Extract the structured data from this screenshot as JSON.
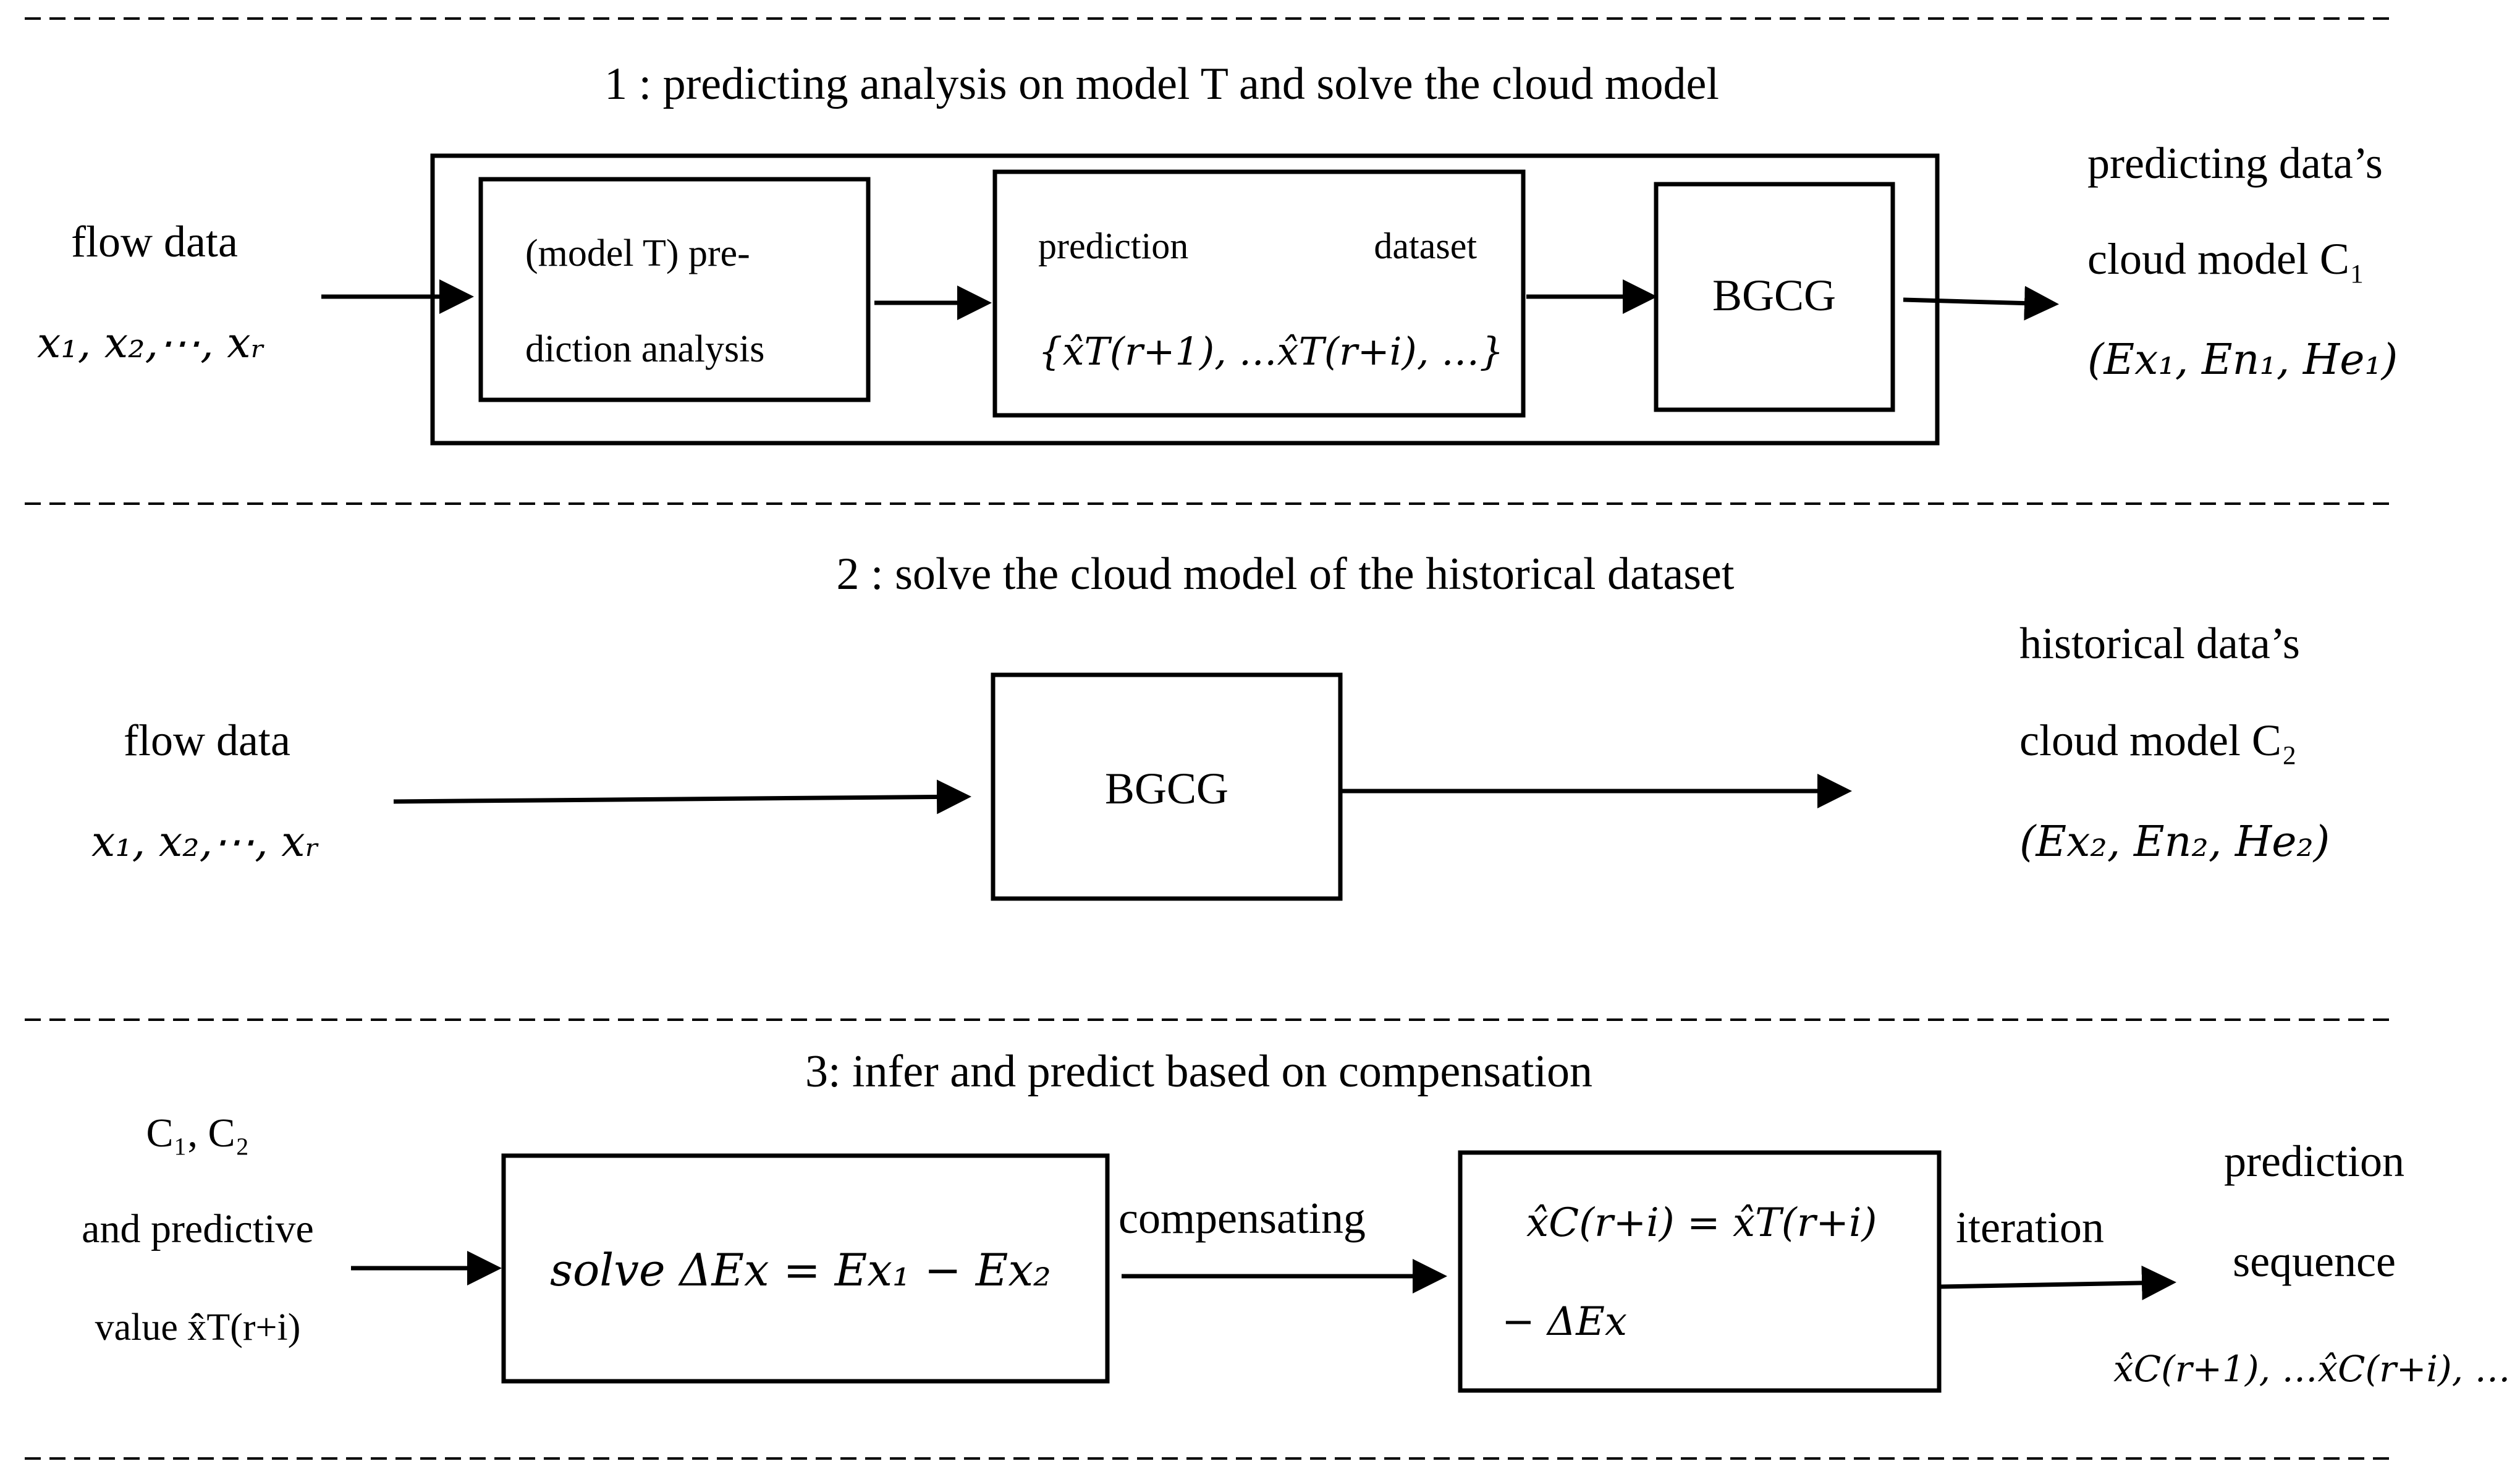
{
  "section1": {
    "title": "1 : predicting analysis on model T and solve the cloud model",
    "input_label": "flow data",
    "input_vars": "x₁, x₂,⋯, xᵣ",
    "box_model": {
      "line1": "(model  T)  pre-",
      "line2": "diction analysis"
    },
    "box_dataset": {
      "word1": "prediction",
      "word2": "dataset",
      "formula": "{x̂T(r+1), …x̂T(r+i), …}"
    },
    "box_bgcg": "BGCG",
    "output": {
      "line1": "predicting data’s",
      "line2": "cloud   model   C₁",
      "line3": "(Ex₁, En₁, He₁)"
    }
  },
  "section2": {
    "title": "2 :  solve the cloud model of the historical dataset",
    "input_label": "flow data",
    "input_vars": "x₁, x₂,⋯, xᵣ",
    "box_bgcg": "BGCG",
    "output": {
      "line1": "historical    data’s",
      "line2": "cloud    model   C₂",
      "line3": "(Ex₂, En₂, He₂)"
    }
  },
  "section3": {
    "title": "3: infer and predict based on compensation",
    "input": {
      "line1": "C₁, C₂",
      "line2": "and predictive",
      "line3": "value  x̂T(r+i)"
    },
    "box_solve": "solve  ΔEx = Ex₁ − Ex₂",
    "label_compensating": "compensating",
    "box_formula": {
      "line1": "x̂C(r+i) = x̂T(r+i)",
      "line2": "− ΔEx"
    },
    "label_iteration": "iteration",
    "output": {
      "line1": "prediction",
      "line2": "sequence",
      "line3": "x̂C(r+1), …x̂C(r+i), …"
    }
  }
}
